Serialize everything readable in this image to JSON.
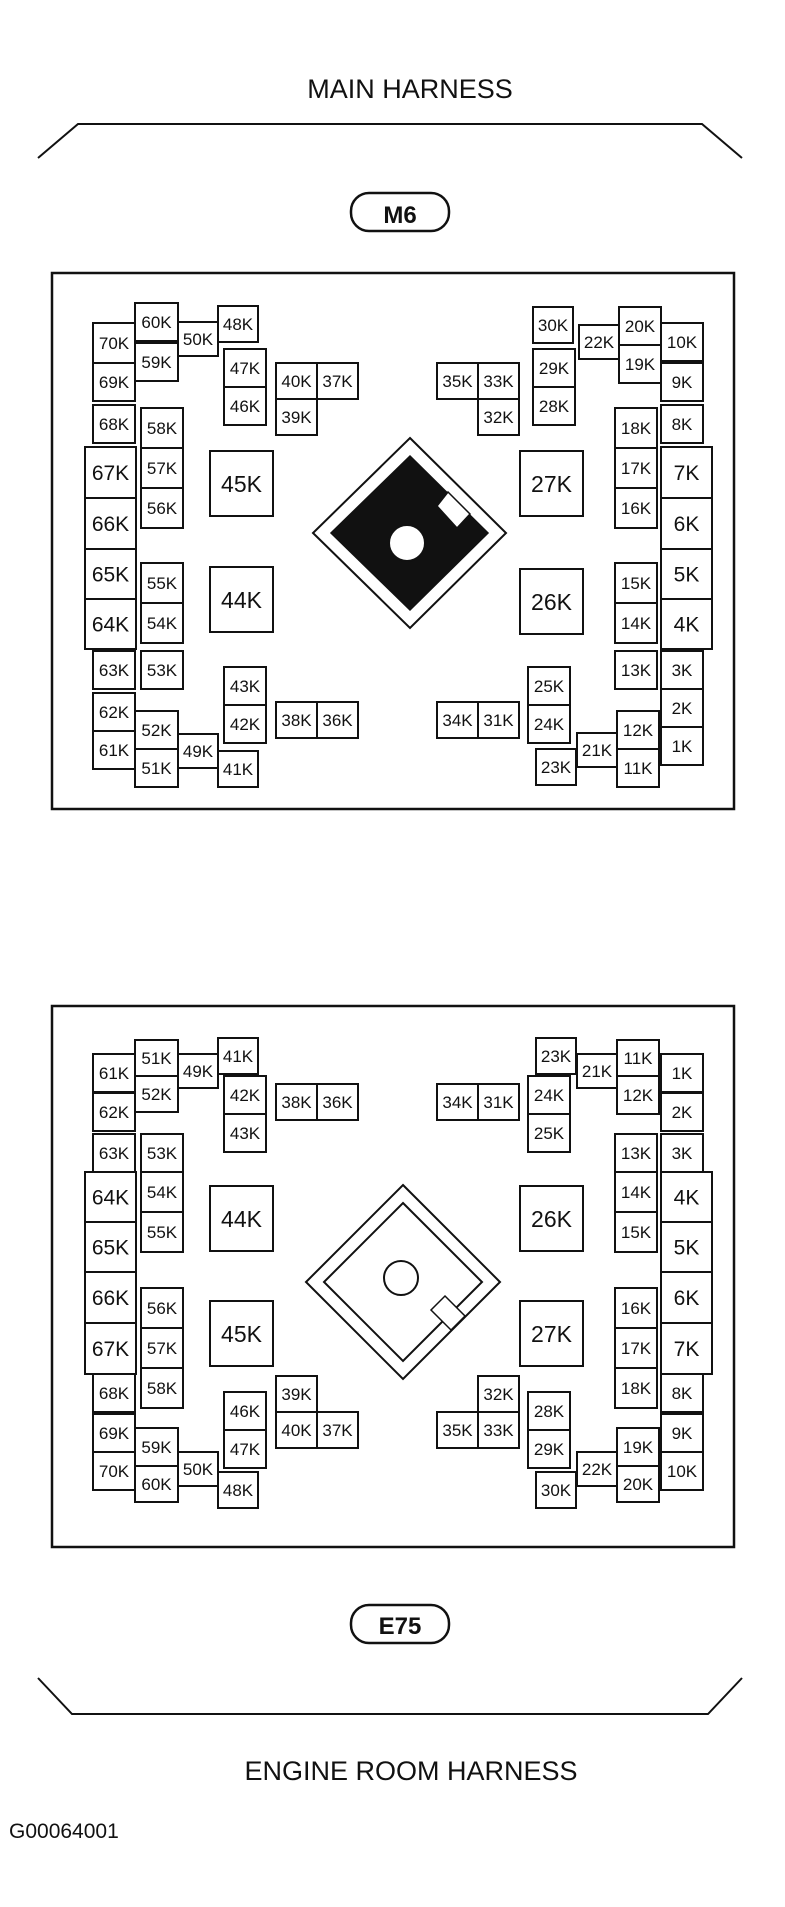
{
  "title_top": "MAIN HARNESS",
  "title_bottom": "ENGINE ROOM HARNESS",
  "connector_top": "M6",
  "connector_bottom": "E75",
  "figure_id": "G00064001",
  "colors": {
    "line": "#111111",
    "background": "#ffffff",
    "fill": "#111111"
  },
  "top_block": {
    "terminals": [
      {
        "id": "t70",
        "label": "70K"
      },
      {
        "id": "t60",
        "label": "60K"
      },
      {
        "id": "t50",
        "label": "50K"
      },
      {
        "id": "t48",
        "label": "48K"
      },
      {
        "id": "t69",
        "label": "69K"
      },
      {
        "id": "t59",
        "label": "59K"
      },
      {
        "id": "t47",
        "label": "47K"
      },
      {
        "id": "t46",
        "label": "46K"
      },
      {
        "id": "t40",
        "label": "40K"
      },
      {
        "id": "t37",
        "label": "37K"
      },
      {
        "id": "t39",
        "label": "39K"
      },
      {
        "id": "t68",
        "label": "68K"
      },
      {
        "id": "t58",
        "label": "58K"
      },
      {
        "id": "t67",
        "label": "67K"
      },
      {
        "id": "t57",
        "label": "57K"
      },
      {
        "id": "t66",
        "label": "66K"
      },
      {
        "id": "t56",
        "label": "56K"
      },
      {
        "id": "t45",
        "label": "45K"
      },
      {
        "id": "t65",
        "label": "65K"
      },
      {
        "id": "t55",
        "label": "55K"
      },
      {
        "id": "t64",
        "label": "64K"
      },
      {
        "id": "t54",
        "label": "54K"
      },
      {
        "id": "t44",
        "label": "44K"
      },
      {
        "id": "t63",
        "label": "63K"
      },
      {
        "id": "t53",
        "label": "53K"
      },
      {
        "id": "t62",
        "label": "62K"
      },
      {
        "id": "t52",
        "label": "52K"
      },
      {
        "id": "t61",
        "label": "61K"
      },
      {
        "id": "t51",
        "label": "51K"
      },
      {
        "id": "t49",
        "label": "49K"
      },
      {
        "id": "t43",
        "label": "43K"
      },
      {
        "id": "t42",
        "label": "42K"
      },
      {
        "id": "t41",
        "label": "41K"
      },
      {
        "id": "t38",
        "label": "38K"
      },
      {
        "id": "t36",
        "label": "36K"
      },
      {
        "id": "t30",
        "label": "30K"
      },
      {
        "id": "t22",
        "label": "22K"
      },
      {
        "id": "t20",
        "label": "20K"
      },
      {
        "id": "t10",
        "label": "10K"
      },
      {
        "id": "t29",
        "label": "29K"
      },
      {
        "id": "t19",
        "label": "19K"
      },
      {
        "id": "t9",
        "label": "9K"
      },
      {
        "id": "t28",
        "label": "28K"
      },
      {
        "id": "t35",
        "label": "35K"
      },
      {
        "id": "t33",
        "label": "33K"
      },
      {
        "id": "t32",
        "label": "32K"
      },
      {
        "id": "t18",
        "label": "18K"
      },
      {
        "id": "t8",
        "label": "8K"
      },
      {
        "id": "t17",
        "label": "17K"
      },
      {
        "id": "t7",
        "label": "7K"
      },
      {
        "id": "t27",
        "label": "27K"
      },
      {
        "id": "t16",
        "label": "16K"
      },
      {
        "id": "t6",
        "label": "6K"
      },
      {
        "id": "t15",
        "label": "15K"
      },
      {
        "id": "t5",
        "label": "5K"
      },
      {
        "id": "t14",
        "label": "14K"
      },
      {
        "id": "t4",
        "label": "4K"
      },
      {
        "id": "t26",
        "label": "26K"
      },
      {
        "id": "t13",
        "label": "13K"
      },
      {
        "id": "t3",
        "label": "3K"
      },
      {
        "id": "t25",
        "label": "25K"
      },
      {
        "id": "t24",
        "label": "24K"
      },
      {
        "id": "t23",
        "label": "23K"
      },
      {
        "id": "t21",
        "label": "21K"
      },
      {
        "id": "t12",
        "label": "12K"
      },
      {
        "id": "t2",
        "label": "2K"
      },
      {
        "id": "t11",
        "label": "11K"
      },
      {
        "id": "t1",
        "label": "1K"
      },
      {
        "id": "t34",
        "label": "34K"
      },
      {
        "id": "t31",
        "label": "31K"
      }
    ]
  },
  "bottom_block": {
    "terminals": [
      {
        "id": "b61",
        "label": "61K"
      },
      {
        "id": "b51",
        "label": "51K"
      },
      {
        "id": "b49",
        "label": "49K"
      },
      {
        "id": "b41",
        "label": "41K"
      },
      {
        "id": "b62",
        "label": "62K"
      },
      {
        "id": "b52",
        "label": "52K"
      },
      {
        "id": "b42",
        "label": "42K"
      },
      {
        "id": "b43",
        "label": "43K"
      },
      {
        "id": "b38",
        "label": "38K"
      },
      {
        "id": "b36",
        "label": "36K"
      },
      {
        "id": "b63",
        "label": "63K"
      },
      {
        "id": "b53",
        "label": "53K"
      },
      {
        "id": "b64",
        "label": "64K"
      },
      {
        "id": "b54",
        "label": "54K"
      },
      {
        "id": "b65",
        "label": "65K"
      },
      {
        "id": "b55",
        "label": "55K"
      },
      {
        "id": "b44",
        "label": "44K"
      },
      {
        "id": "b66",
        "label": "66K"
      },
      {
        "id": "b56",
        "label": "56K"
      },
      {
        "id": "b67",
        "label": "67K"
      },
      {
        "id": "b57",
        "label": "57K"
      },
      {
        "id": "b45",
        "label": "45K"
      },
      {
        "id": "b68",
        "label": "68K"
      },
      {
        "id": "b58",
        "label": "58K"
      },
      {
        "id": "b69",
        "label": "69K"
      },
      {
        "id": "b59",
        "label": "59K"
      },
      {
        "id": "b70",
        "label": "70K"
      },
      {
        "id": "b60",
        "label": "60K"
      },
      {
        "id": "b50",
        "label": "50K"
      },
      {
        "id": "b46",
        "label": "46K"
      },
      {
        "id": "b47",
        "label": "47K"
      },
      {
        "id": "b48",
        "label": "48K"
      },
      {
        "id": "b39",
        "label": "39K"
      },
      {
        "id": "b40",
        "label": "40K"
      },
      {
        "id": "b37",
        "label": "37K"
      },
      {
        "id": "b23",
        "label": "23K"
      },
      {
        "id": "b21",
        "label": "21K"
      },
      {
        "id": "b11",
        "label": "11K"
      },
      {
        "id": "b1",
        "label": "1K"
      },
      {
        "id": "b24",
        "label": "24K"
      },
      {
        "id": "b12",
        "label": "12K"
      },
      {
        "id": "b2",
        "label": "2K"
      },
      {
        "id": "b25",
        "label": "25K"
      },
      {
        "id": "b34",
        "label": "34K"
      },
      {
        "id": "b31",
        "label": "31K"
      },
      {
        "id": "b13",
        "label": "13K"
      },
      {
        "id": "b3",
        "label": "3K"
      },
      {
        "id": "b14",
        "label": "14K"
      },
      {
        "id": "b4",
        "label": "4K"
      },
      {
        "id": "b26",
        "label": "26K"
      },
      {
        "id": "b15",
        "label": "15K"
      },
      {
        "id": "b5",
        "label": "5K"
      },
      {
        "id": "b16",
        "label": "16K"
      },
      {
        "id": "b6",
        "label": "6K"
      },
      {
        "id": "b17",
        "label": "17K"
      },
      {
        "id": "b7",
        "label": "7K"
      },
      {
        "id": "b27",
        "label": "27K"
      },
      {
        "id": "b18",
        "label": "18K"
      },
      {
        "id": "b8",
        "label": "8K"
      },
      {
        "id": "b28",
        "label": "28K"
      },
      {
        "id": "b29",
        "label": "29K"
      },
      {
        "id": "b30",
        "label": "30K"
      },
      {
        "id": "b22",
        "label": "22K"
      },
      {
        "id": "b19",
        "label": "19K"
      },
      {
        "id": "b9",
        "label": "9K"
      },
      {
        "id": "b20",
        "label": "20K"
      },
      {
        "id": "b10",
        "label": "10K"
      },
      {
        "id": "b35",
        "label": "35K"
      },
      {
        "id": "b33",
        "label": "33K"
      },
      {
        "id": "b32",
        "label": "32K"
      }
    ]
  }
}
